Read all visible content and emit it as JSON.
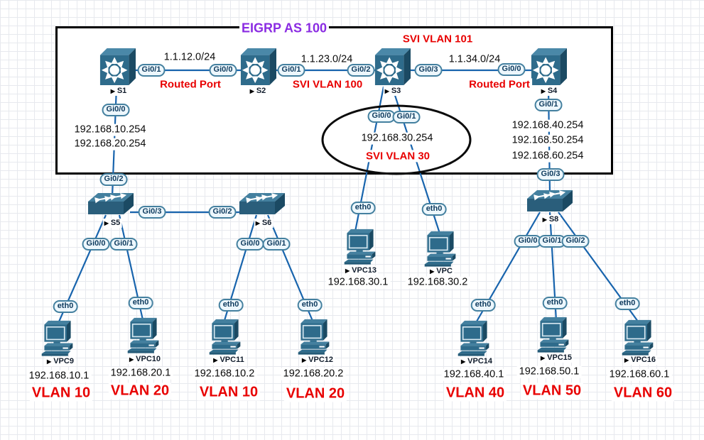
{
  "title": "EIGRP AS 100",
  "ui": {
    "device_marker": "▶"
  },
  "colors": {
    "title_purple": "#8a2be2",
    "annotation_red": "#e80000",
    "link_blue": "#1864ad",
    "device_teal": "#2e6b8b"
  },
  "core": {
    "subnet_s1_s2": "1.1.12.0/24",
    "subnet_s2_s3": "1.1.23.0/24",
    "subnet_s3_s4": "1.1.34.0/24",
    "routed_port_left": "Routed Port",
    "svi_vlan_100": "SVI VLAN 100",
    "svi_vlan_101": "SVI VLAN 101",
    "routed_port_right": "Routed Port",
    "svi_vlan_30": "SVI VLAN 30",
    "svi_vlan_30_ip": "192.168.30.254",
    "gateways_left": [
      "192.168.10.254",
      "192.168.20.254"
    ],
    "gateways_right": [
      "192.168.40.254",
      "192.168.50.254",
      "192.168.60.254"
    ]
  },
  "devices": {
    "s1": {
      "name": "S1"
    },
    "s2": {
      "name": "S2"
    },
    "s3": {
      "name": "S3"
    },
    "s4": {
      "name": "S4"
    },
    "s5": {
      "name": "S5"
    },
    "s6": {
      "name": "S6"
    },
    "s8": {
      "name": "S8"
    },
    "vpc9": {
      "name": "VPC9",
      "ip": "192.168.10.1",
      "vlan": "VLAN 10",
      "iface": "eth0"
    },
    "vpc10": {
      "name": "VPC10",
      "ip": "192.168.20.1",
      "vlan": "VLAN 20",
      "iface": "eth0"
    },
    "vpc11": {
      "name": "VPC11",
      "ip": "192.168.10.2",
      "vlan": "VLAN 10",
      "iface": "eth0"
    },
    "vpc12": {
      "name": "VPC12",
      "ip": "192.168.20.2",
      "vlan": "VLAN 20",
      "iface": "eth0"
    },
    "vpc13": {
      "name": "VPC13",
      "ip": "192.168.30.1",
      "iface": "eth0"
    },
    "vpc": {
      "name": "VPC",
      "ip": "192.168.30.2",
      "iface": "eth0"
    },
    "vpc14": {
      "name": "VPC14",
      "ip": "192.168.40.1",
      "vlan": "VLAN 40",
      "iface": "eth0"
    },
    "vpc15": {
      "name": "VPC15",
      "ip": "192.168.50.1",
      "vlan": "VLAN 50",
      "iface": "eth0"
    },
    "vpc16": {
      "name": "VPC16",
      "ip": "192.168.60.1",
      "vlan": "VLAN 60",
      "iface": "eth0"
    }
  },
  "ports": {
    "s1_to_s2": "Gi0/1",
    "s2_to_s1": "Gi0/0",
    "s2_to_s3": "Gi0/1",
    "s3_to_s2": "Gi0/2",
    "s3_to_s4": "Gi0/3",
    "s4_to_s3": "Gi0/0",
    "s1_to_s5": "Gi0/0",
    "s5_to_s1": "Gi0/2",
    "s4_to_s8": "Gi0/1",
    "s8_to_s4": "Gi0/3",
    "s3_to_vpc13": "Gi0/0",
    "s3_to_vpc": "Gi0/1",
    "s5_to_s6": "Gi0/3",
    "s6_to_s5": "Gi0/2",
    "s5_to_vpc9": "Gi0/0",
    "s5_to_vpc10": "Gi0/1",
    "s6_to_vpc11": "Gi0/0",
    "s6_to_vpc12": "Gi0/1",
    "s8_to_vpc14": "Gi0/0",
    "s8_to_vpc15": "Gi0/1",
    "s8_to_vpc16": "Gi0/2"
  }
}
